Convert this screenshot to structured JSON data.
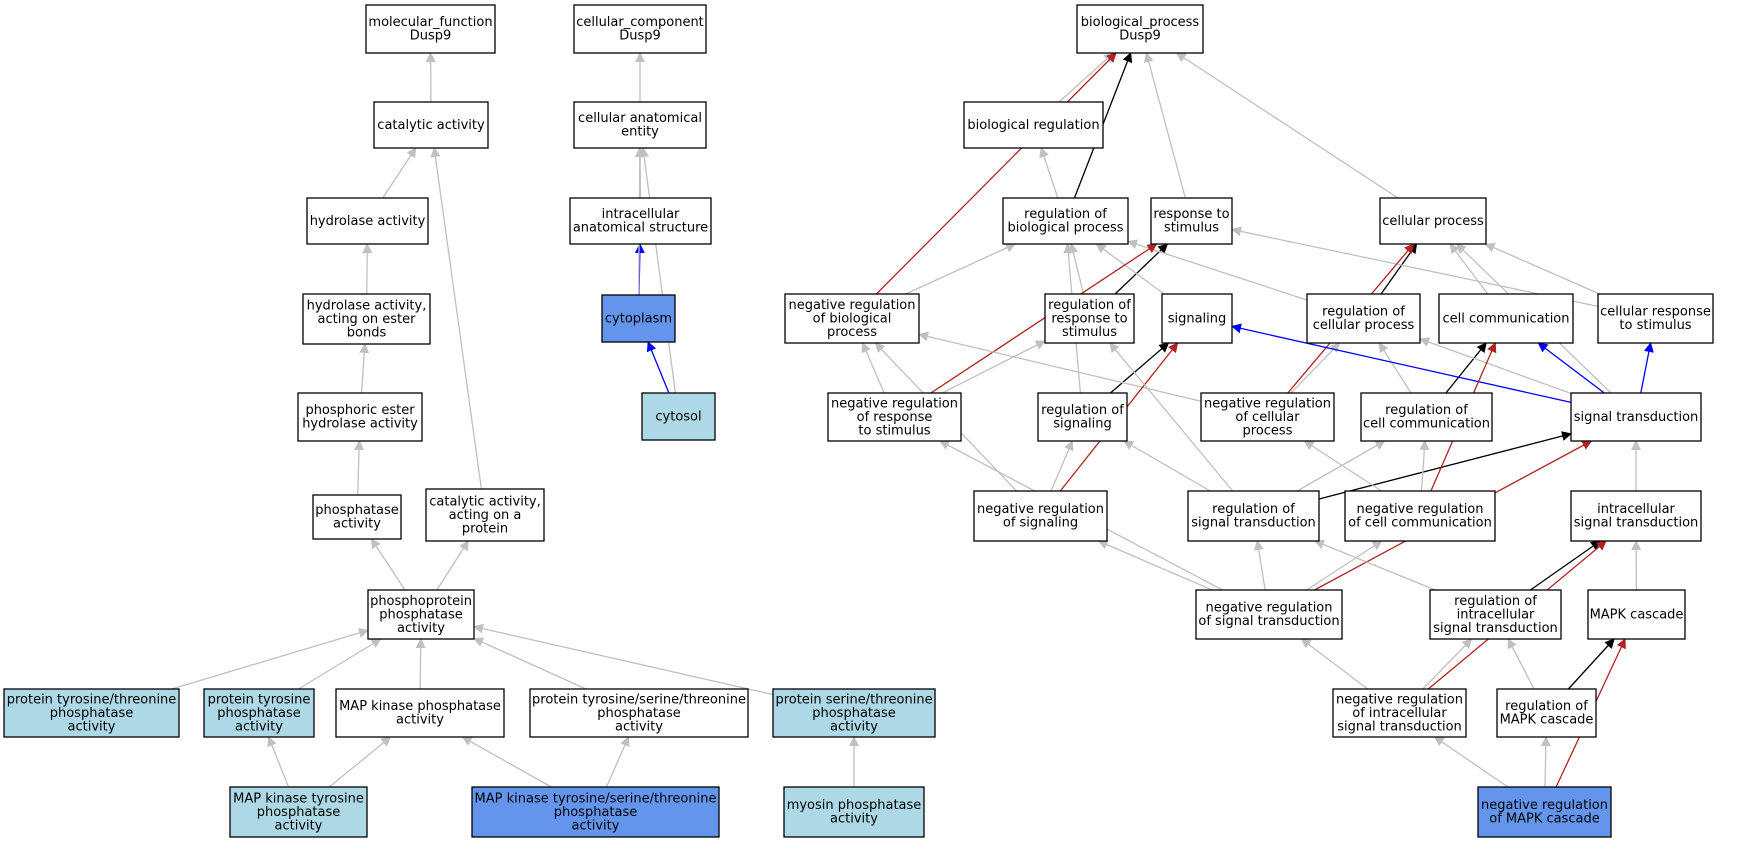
{
  "colors": {
    "plain": "#ffffff",
    "light": "#add8e6",
    "strong": "#6495ed",
    "edge_is_a": "#c0c0c0",
    "edge_regulates": "#000000",
    "edge_part_of": "#0000ff",
    "edge_negatively_regulates": "#b22222"
  },
  "nodes": {
    "mf_root": {
      "lines": [
        "molecular_function",
        "Dusp9"
      ],
      "fill": "plain"
    },
    "cc_root": {
      "lines": [
        "cellular_component",
        "Dusp9"
      ],
      "fill": "plain"
    },
    "bp_root": {
      "lines": [
        "biological_process",
        "Dusp9"
      ],
      "fill": "plain"
    },
    "catalytic": {
      "lines": [
        "catalytic activity"
      ],
      "fill": "plain"
    },
    "hydrolase": {
      "lines": [
        "hydrolase activity"
      ],
      "fill": "plain"
    },
    "hydro_ester": {
      "lines": [
        "hydrolase activity,",
        "acting on ester",
        "bonds"
      ],
      "fill": "plain"
    },
    "phos_ester": {
      "lines": [
        "phosphoric ester",
        "hydrolase activity"
      ],
      "fill": "plain"
    },
    "phosphatase": {
      "lines": [
        "phosphatase",
        "activity"
      ],
      "fill": "plain"
    },
    "cat_protein": {
      "lines": [
        "catalytic activity,",
        "acting on a",
        "protein"
      ],
      "fill": "plain"
    },
    "phosphoprot": {
      "lines": [
        "phosphoprotein",
        "phosphatase",
        "activity"
      ],
      "fill": "plain"
    },
    "ptyr_thr": {
      "lines": [
        "protein tyrosine/threonine",
        "phosphatase",
        "activity"
      ],
      "fill": "light"
    },
    "ptyr": {
      "lines": [
        "protein tyrosine",
        "phosphatase",
        "activity"
      ],
      "fill": "light"
    },
    "mapk_phos": {
      "lines": [
        "MAP kinase phosphatase",
        "activity"
      ],
      "fill": "plain"
    },
    "ptyr_ser_thr": {
      "lines": [
        "protein tyrosine/serine/threonine",
        "phosphatase",
        "activity"
      ],
      "fill": "plain"
    },
    "pser_thr": {
      "lines": [
        "protein serine/threonine",
        "phosphatase",
        "activity"
      ],
      "fill": "light"
    },
    "mapk_tyr": {
      "lines": [
        "MAP kinase tyrosine",
        "phosphatase",
        "activity"
      ],
      "fill": "light"
    },
    "mapk_tyr_ser": {
      "lines": [
        "MAP kinase tyrosine/serine/threonine",
        "phosphatase",
        "activity"
      ],
      "fill": "strong"
    },
    "myosin": {
      "lines": [
        "myosin phosphatase",
        "activity"
      ],
      "fill": "light"
    },
    "cell_anat": {
      "lines": [
        "cellular anatomical",
        "entity"
      ],
      "fill": "plain"
    },
    "intra_anat": {
      "lines": [
        "intracellular",
        "anatomical structure"
      ],
      "fill": "plain"
    },
    "cytoplasm": {
      "lines": [
        "cytoplasm"
      ],
      "fill": "strong"
    },
    "cytosol": {
      "lines": [
        "cytosol"
      ],
      "fill": "light"
    },
    "bio_reg": {
      "lines": [
        "biological regulation"
      ],
      "fill": "plain"
    },
    "reg_bio": {
      "lines": [
        "regulation of",
        "biological process"
      ],
      "fill": "plain"
    },
    "resp_stim": {
      "lines": [
        "response to",
        "stimulus"
      ],
      "fill": "plain"
    },
    "cell_proc": {
      "lines": [
        "cellular process"
      ],
      "fill": "plain"
    },
    "neg_reg_bio": {
      "lines": [
        "negative regulation",
        "of biological",
        "process"
      ],
      "fill": "plain"
    },
    "reg_resp": {
      "lines": [
        "regulation of",
        "response to",
        "stimulus"
      ],
      "fill": "plain"
    },
    "signaling": {
      "lines": [
        "signaling"
      ],
      "fill": "plain"
    },
    "reg_cell_proc": {
      "lines": [
        "regulation of",
        "cellular process"
      ],
      "fill": "plain"
    },
    "cell_comm": {
      "lines": [
        "cell communication"
      ],
      "fill": "plain"
    },
    "cell_resp": {
      "lines": [
        "cellular response",
        "to stimulus"
      ],
      "fill": "plain"
    },
    "neg_reg_resp": {
      "lines": [
        "negative regulation",
        "of response",
        "to stimulus"
      ],
      "fill": "plain"
    },
    "reg_signaling": {
      "lines": [
        "regulation of",
        "signaling"
      ],
      "fill": "plain"
    },
    "neg_reg_cell_proc": {
      "lines": [
        "negative regulation",
        "of cellular",
        "process"
      ],
      "fill": "plain"
    },
    "reg_cell_comm": {
      "lines": [
        "regulation of",
        "cell communication"
      ],
      "fill": "plain"
    },
    "sig_trans": {
      "lines": [
        "signal transduction"
      ],
      "fill": "plain"
    },
    "neg_reg_signaling": {
      "lines": [
        "negative regulation",
        "of signaling"
      ],
      "fill": "plain"
    },
    "reg_sig_trans": {
      "lines": [
        "regulation of",
        "signal transduction"
      ],
      "fill": "plain"
    },
    "neg_reg_cell_comm": {
      "lines": [
        "negative regulation",
        "of cell communication"
      ],
      "fill": "plain"
    },
    "intra_sig": {
      "lines": [
        "intracellular",
        "signal transduction"
      ],
      "fill": "plain"
    },
    "neg_reg_sig_trans": {
      "lines": [
        "negative regulation",
        "of signal transduction"
      ],
      "fill": "plain"
    },
    "reg_intra_sig": {
      "lines": [
        "regulation of",
        "intracellular",
        "signal transduction"
      ],
      "fill": "plain"
    },
    "mapk": {
      "lines": [
        "MAPK cascade"
      ],
      "fill": "plain"
    },
    "neg_reg_intra": {
      "lines": [
        "negative regulation",
        "of intracellular",
        "signal transduction"
      ],
      "fill": "plain"
    },
    "reg_mapk": {
      "lines": [
        "regulation of",
        "MAPK cascade"
      ],
      "fill": "plain"
    },
    "neg_reg_mapk": {
      "lines": [
        "negative regulation",
        "of MAPK cascade"
      ],
      "fill": "strong"
    }
  },
  "edges": [
    {
      "from": "catalytic",
      "to": "mf_root",
      "type": "is_a"
    },
    {
      "from": "hydrolase",
      "to": "catalytic",
      "type": "is_a"
    },
    {
      "from": "cat_protein",
      "to": "catalytic",
      "type": "is_a"
    },
    {
      "from": "hydro_ester",
      "to": "hydrolase",
      "type": "is_a"
    },
    {
      "from": "phos_ester",
      "to": "hydro_ester",
      "type": "is_a"
    },
    {
      "from": "phosphatase",
      "to": "phos_ester",
      "type": "is_a"
    },
    {
      "from": "phosphoprot",
      "to": "phosphatase",
      "type": "is_a"
    },
    {
      "from": "phosphoprot",
      "to": "cat_protein",
      "type": "is_a"
    },
    {
      "from": "ptyr_thr",
      "to": "phosphoprot",
      "type": "is_a"
    },
    {
      "from": "ptyr",
      "to": "phosphoprot",
      "type": "is_a"
    },
    {
      "from": "mapk_phos",
      "to": "phosphoprot",
      "type": "is_a"
    },
    {
      "from": "ptyr_ser_thr",
      "to": "phosphoprot",
      "type": "is_a"
    },
    {
      "from": "pser_thr",
      "to": "phosphoprot",
      "type": "is_a"
    },
    {
      "from": "mapk_tyr",
      "to": "ptyr",
      "type": "is_a"
    },
    {
      "from": "mapk_tyr",
      "to": "mapk_phos",
      "type": "is_a"
    },
    {
      "from": "mapk_tyr_ser",
      "to": "mapk_phos",
      "type": "is_a"
    },
    {
      "from": "mapk_tyr_ser",
      "to": "ptyr_ser_thr",
      "type": "is_a"
    },
    {
      "from": "myosin",
      "to": "pser_thr",
      "type": "is_a"
    },
    {
      "from": "cell_anat",
      "to": "cc_root",
      "type": "is_a"
    },
    {
      "from": "intra_anat",
      "to": "cell_anat",
      "type": "is_a"
    },
    {
      "from": "cytoplasm",
      "to": "intra_anat",
      "type": "part_of"
    },
    {
      "from": "cytoplasm",
      "to": "cell_anat",
      "type": "is_a"
    },
    {
      "from": "cytosol",
      "to": "cytoplasm",
      "type": "part_of"
    },
    {
      "from": "cytosol",
      "to": "cell_anat",
      "type": "is_a"
    },
    {
      "from": "bio_reg",
      "to": "bp_root",
      "type": "is_a"
    },
    {
      "from": "reg_bio",
      "to": "bp_root",
      "type": "regulates"
    },
    {
      "from": "reg_bio",
      "to": "bio_reg",
      "type": "is_a"
    },
    {
      "from": "resp_stim",
      "to": "bp_root",
      "type": "is_a"
    },
    {
      "from": "cell_proc",
      "to": "bp_root",
      "type": "is_a"
    },
    {
      "from": "neg_reg_bio",
      "to": "bp_root",
      "type": "negatively_regulates"
    },
    {
      "from": "neg_reg_bio",
      "to": "reg_bio",
      "type": "is_a"
    },
    {
      "from": "reg_resp",
      "to": "reg_bio",
      "type": "is_a"
    },
    {
      "from": "reg_resp",
      "to": "resp_stim",
      "type": "regulates"
    },
    {
      "from": "signaling",
      "to": "reg_bio",
      "type": "is_a"
    },
    {
      "from": "reg_cell_proc",
      "to": "reg_bio",
      "type": "is_a"
    },
    {
      "from": "reg_cell_proc",
      "to": "cell_proc",
      "type": "regulates"
    },
    {
      "from": "cell_comm",
      "to": "cell_proc",
      "type": "is_a"
    },
    {
      "from": "cell_resp",
      "to": "cell_proc",
      "type": "is_a"
    },
    {
      "from": "cell_resp",
      "to": "resp_stim",
      "type": "is_a"
    },
    {
      "from": "neg_reg_resp",
      "to": "neg_reg_bio",
      "type": "is_a"
    },
    {
      "from": "neg_reg_resp",
      "to": "reg_resp",
      "type": "is_a"
    },
    {
      "from": "neg_reg_resp",
      "to": "resp_stim",
      "type": "negatively_regulates"
    },
    {
      "from": "reg_signaling",
      "to": "signaling",
      "type": "regulates"
    },
    {
      "from": "reg_signaling",
      "to": "reg_bio",
      "type": "is_a"
    },
    {
      "from": "neg_reg_cell_proc",
      "to": "neg_reg_bio",
      "type": "is_a"
    },
    {
      "from": "neg_reg_cell_proc",
      "to": "reg_cell_proc",
      "type": "is_a"
    },
    {
      "from": "neg_reg_cell_proc",
      "to": "cell_proc",
      "type": "negatively_regulates"
    },
    {
      "from": "reg_cell_comm",
      "to": "cell_comm",
      "type": "regulates"
    },
    {
      "from": "reg_cell_comm",
      "to": "reg_cell_proc",
      "type": "is_a"
    },
    {
      "from": "sig_trans",
      "to": "signaling",
      "type": "part_of"
    },
    {
      "from": "sig_trans",
      "to": "cell_comm",
      "type": "part_of"
    },
    {
      "from": "sig_trans",
      "to": "cell_resp",
      "type": "part_of"
    },
    {
      "from": "sig_trans",
      "to": "reg_cell_proc",
      "type": "is_a"
    },
    {
      "from": "sig_trans",
      "to": "cell_proc",
      "type": "is_a"
    },
    {
      "from": "neg_reg_signaling",
      "to": "signaling",
      "type": "negatively_regulates"
    },
    {
      "from": "neg_reg_signaling",
      "to": "reg_signaling",
      "type": "is_a"
    },
    {
      "from": "neg_reg_signaling",
      "to": "neg_reg_bio",
      "type": "is_a"
    },
    {
      "from": "reg_sig_trans",
      "to": "reg_signaling",
      "type": "is_a"
    },
    {
      "from": "reg_sig_trans",
      "to": "reg_cell_comm",
      "type": "is_a"
    },
    {
      "from": "reg_sig_trans",
      "to": "sig_trans",
      "type": "regulates"
    },
    {
      "from": "reg_sig_trans",
      "to": "reg_resp",
      "type": "is_a"
    },
    {
      "from": "neg_reg_cell_comm",
      "to": "neg_reg_cell_proc",
      "type": "is_a"
    },
    {
      "from": "neg_reg_cell_comm",
      "to": "reg_cell_comm",
      "type": "is_a"
    },
    {
      "from": "neg_reg_cell_comm",
      "to": "cell_comm",
      "type": "negatively_regulates"
    },
    {
      "from": "intra_sig",
      "to": "sig_trans",
      "type": "is_a"
    },
    {
      "from": "neg_reg_sig_trans",
      "to": "neg_reg_signaling",
      "type": "is_a"
    },
    {
      "from": "neg_reg_sig_trans",
      "to": "reg_sig_trans",
      "type": "is_a"
    },
    {
      "from": "neg_reg_sig_trans",
      "to": "neg_reg_cell_comm",
      "type": "is_a"
    },
    {
      "from": "neg_reg_sig_trans",
      "to": "sig_trans",
      "type": "negatively_regulates"
    },
    {
      "from": "neg_reg_sig_trans",
      "to": "neg_reg_resp",
      "type": "is_a"
    },
    {
      "from": "reg_intra_sig",
      "to": "intra_sig",
      "type": "regulates"
    },
    {
      "from": "reg_intra_sig",
      "to": "reg_sig_trans",
      "type": "is_a"
    },
    {
      "from": "mapk",
      "to": "intra_sig",
      "type": "is_a"
    },
    {
      "from": "neg_reg_intra",
      "to": "neg_reg_sig_trans",
      "type": "is_a"
    },
    {
      "from": "neg_reg_intra",
      "to": "reg_intra_sig",
      "type": "is_a"
    },
    {
      "from": "neg_reg_intra",
      "to": "intra_sig",
      "type": "negatively_regulates"
    },
    {
      "from": "reg_mapk",
      "to": "mapk",
      "type": "regulates"
    },
    {
      "from": "reg_mapk",
      "to": "reg_intra_sig",
      "type": "is_a"
    },
    {
      "from": "neg_reg_mapk",
      "to": "neg_reg_intra",
      "type": "is_a"
    },
    {
      "from": "neg_reg_mapk",
      "to": "reg_mapk",
      "type": "is_a"
    },
    {
      "from": "neg_reg_mapk",
      "to": "mapk",
      "type": "negatively_regulates"
    }
  ]
}
